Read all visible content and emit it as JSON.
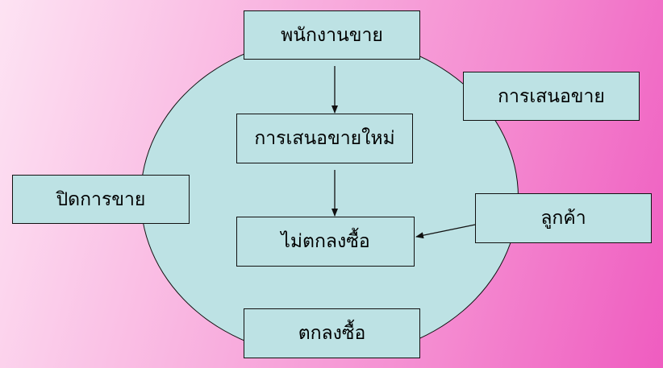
{
  "diagram": {
    "nodes": {
      "salesperson": "พนักงานขาย",
      "new_offer": "การเสนอขายใหม่",
      "no_purchase": "ไม่ตกลงซื้อ",
      "agree_purchase": "ตกลงซื้อ",
      "sales_offer": "การเสนอขาย",
      "customer": "ลูกค้า",
      "close_sale": "ปิดการขาย"
    },
    "edges": [
      {
        "from": "salesperson",
        "to": "new_offer"
      },
      {
        "from": "new_offer",
        "to": "no_purchase"
      },
      {
        "from": "customer",
        "to": "no_purchase"
      }
    ],
    "colors": {
      "node_fill": "#bde2e4",
      "border": "#111111"
    }
  }
}
